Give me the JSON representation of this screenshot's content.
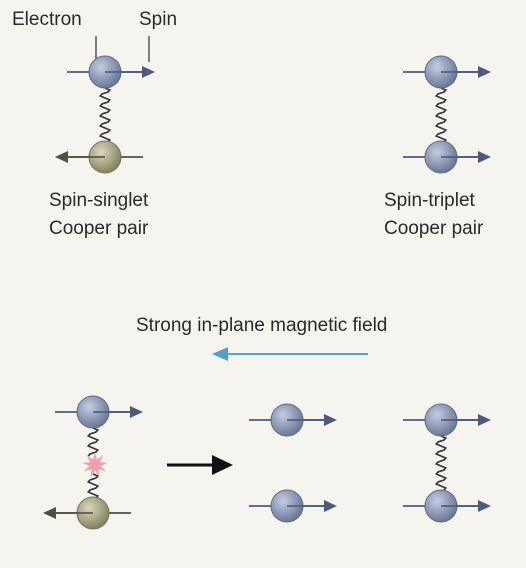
{
  "labels": {
    "electron": "Electron",
    "spin": "Spin",
    "singlet_line1": "Spin-singlet",
    "singlet_line2": "Cooper pair",
    "triplet_line1": "Spin-triplet",
    "triplet_line2": "Cooper pair",
    "field": "Strong in-plane magnetic field"
  },
  "colors": {
    "background": "#f5f4ee",
    "spin_up_ball": "#8e9ab6",
    "spin_down_ball": "#a8a684",
    "spin_arrow_up": "#4d5a7c",
    "spin_arrow_down": "#4f5140",
    "field_arrow": "#4ea3c8",
    "bond_break": "#f0a0a8",
    "reaction_arrow": "#111111",
    "text": "#2a2a2a"
  }
}
